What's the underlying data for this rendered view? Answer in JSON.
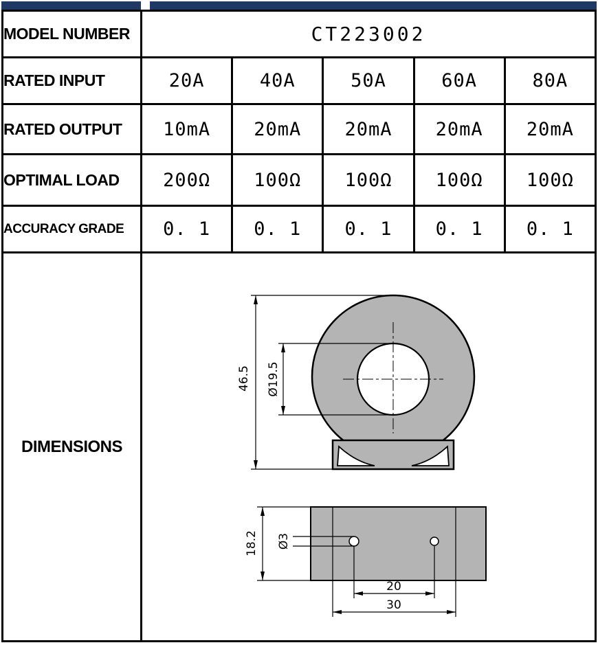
{
  "colors": {
    "top_bar": "#1f3864",
    "drawing_fill": "#b4b4b4"
  },
  "rows": {
    "model": {
      "label": "MODEL NUMBER",
      "value": "CT223002"
    },
    "input": {
      "label": "RATED INPUT",
      "values": [
        "20A",
        "40A",
        "50A",
        "60A",
        "80A"
      ]
    },
    "output": {
      "label": "RATED OUTPUT",
      "values": [
        "10mA",
        "20mA",
        "20mA",
        "20mA",
        "20mA"
      ]
    },
    "load": {
      "label": "OPTIMAL LOAD",
      "values": [
        "200Ω",
        "100Ω",
        "100Ω",
        "100Ω",
        "100Ω"
      ]
    },
    "accuracy": {
      "label": "ACCURACY GRADE",
      "values": [
        "0. 1",
        "0. 1",
        "0. 1",
        "0. 1",
        "0. 1"
      ]
    },
    "dimensions": {
      "label": "DIMENSIONS"
    }
  },
  "drawing": {
    "front": {
      "overall_height": "46.5",
      "hole_diameter": "Ø19.5"
    },
    "bottom": {
      "height": "18.2",
      "hole_diameter": "Ø3",
      "hole_spacing": "20",
      "width": "30"
    }
  }
}
